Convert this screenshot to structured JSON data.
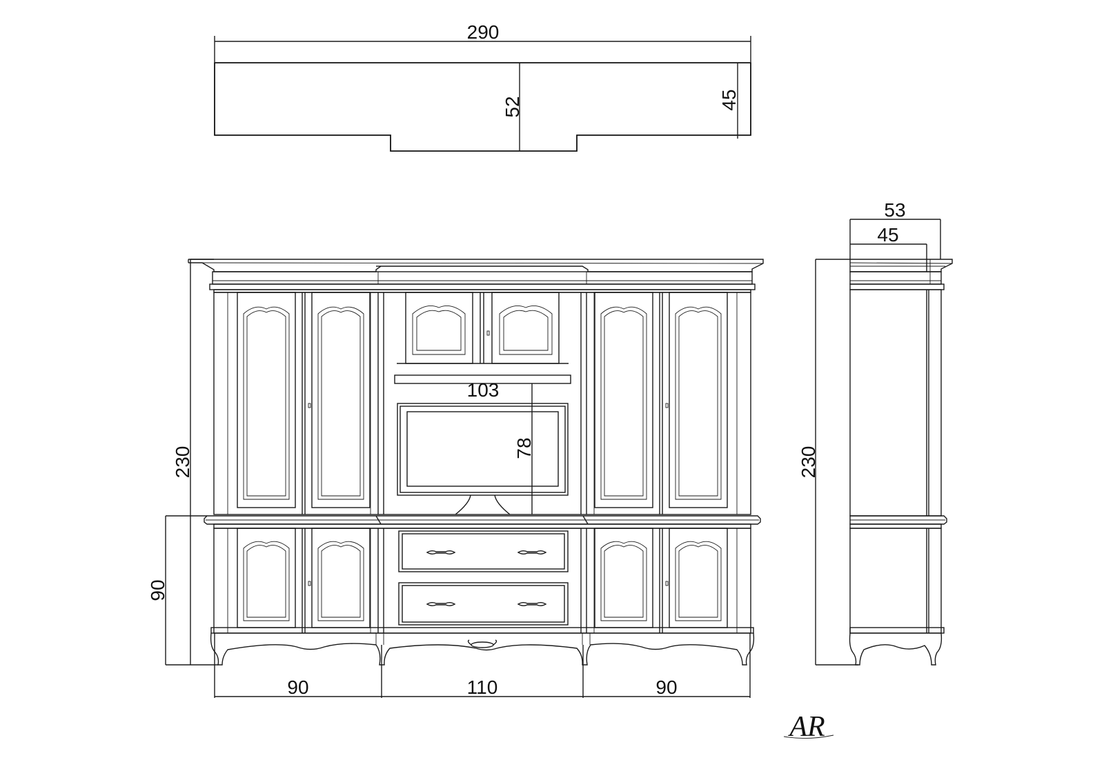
{
  "top_view": {
    "width": "290",
    "center_depth": "52",
    "side_depth": "45"
  },
  "front_view": {
    "total_height": "230",
    "lower_height": "90",
    "left_width": "90",
    "center_width": "110",
    "right_width": "90",
    "tv_width": "103",
    "tv_height": "78"
  },
  "side_view": {
    "outer_depth": "53",
    "inner_depth": "45",
    "height": "230"
  },
  "logo": "AR"
}
